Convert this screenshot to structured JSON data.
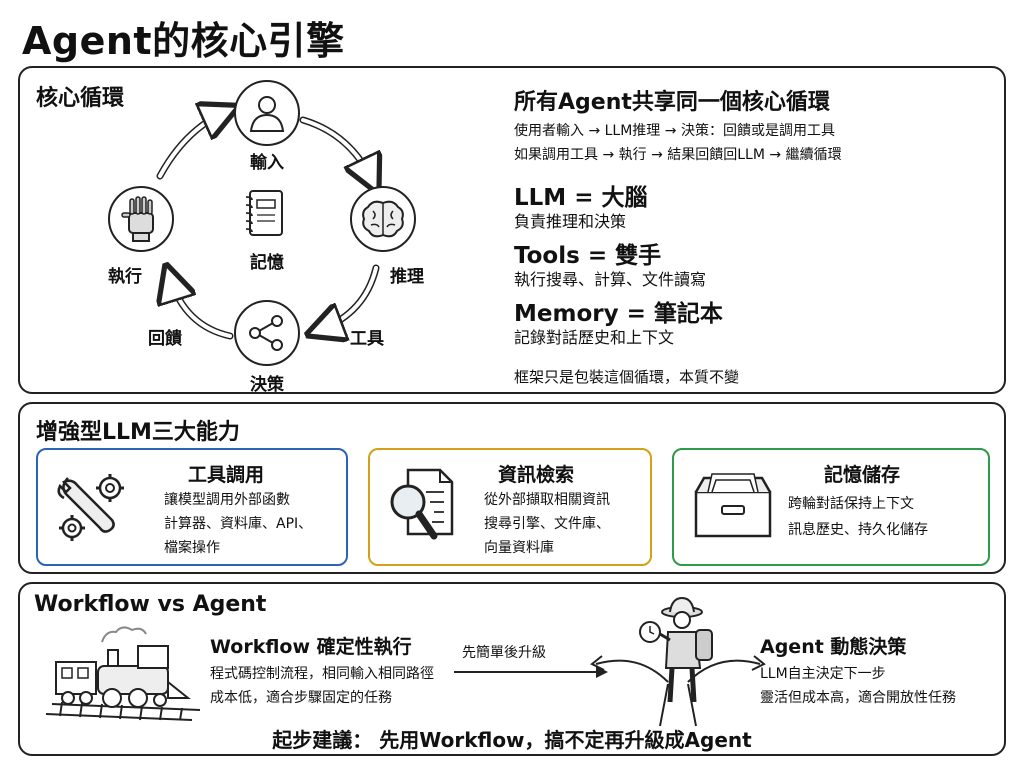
{
  "title": "Agent的核心引擎",
  "core": {
    "title": "核心循環",
    "nodes": {
      "input": "輸入",
      "reasoning": "推理",
      "decision": "決策",
      "execute": "執行",
      "memory": "記憶"
    },
    "edges": {
      "tools": "工具",
      "feedback": "回饋"
    },
    "headline": "所有Agent共享同一個核心循環",
    "line1": "使用者輸入 → LLM推理 → 決策：回饋或是調用工具",
    "line2": "如果調用工具 → 執行 → 結果回饋回LLM → 繼續循環",
    "llm_title": "LLM = 大腦",
    "llm_desc": "負責推理和決策",
    "tools_title": "Tools = 雙手",
    "tools_desc": "執行搜尋、計算、文件讀寫",
    "memory_title": "Memory = 筆記本",
    "memory_desc": "記錄對話歷史和上下文",
    "footer": "框架只是包裝這個循環，本質不變"
  },
  "capabilities": {
    "title": "增強型LLM三大能力",
    "items": [
      {
        "title": "工具調用",
        "lines": [
          "讓模型調用外部函數",
          "計算器、資料庫、API、",
          "檔案操作"
        ],
        "color": "#2b63b8"
      },
      {
        "title": "資訊檢索",
        "lines": [
          "從外部擷取相關資訊",
          "搜尋引擎、文件庫、",
          "向量資料庫"
        ],
        "color": "#d4a017"
      },
      {
        "title": "記憶儲存",
        "lines": [
          "跨輪對話保持上下文",
          "訊息歷史、持久化儲存"
        ],
        "color": "#2e9a4a"
      }
    ]
  },
  "workflow": {
    "title": "Workflow vs Agent",
    "wf_title": "Workflow 確定性執行",
    "wf_lines": [
      "程式碼控制流程，相同輸入相同路徑",
      "成本低，適合步驟固定的任務"
    ],
    "arrow_label": "先簡單後升級",
    "agent_title": "Agent 動態決策",
    "agent_lines": [
      "LLM自主決定下一步",
      "靈活但成本高，適合開放性任務"
    ],
    "tip": "起步建議：  先用Workflow，搞不定再升級成Agent"
  }
}
